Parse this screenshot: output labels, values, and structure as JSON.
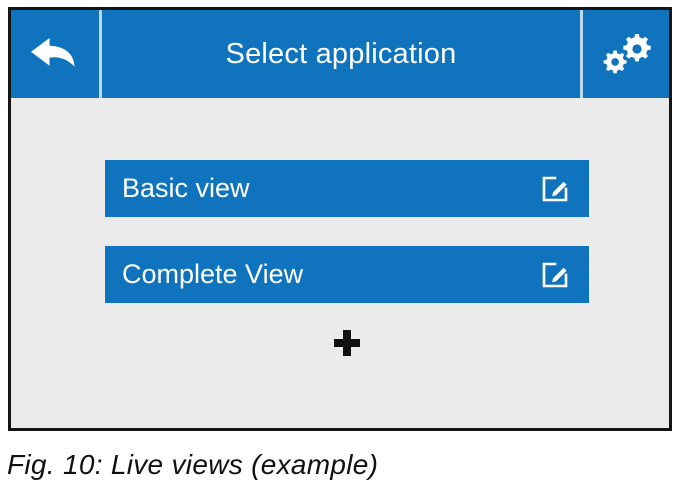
{
  "figure": {
    "caption": "Fig. 10: Live views (example)"
  },
  "app_bar": {
    "title": "Select application",
    "back_icon": "back-arrow-icon",
    "settings_icon": "gears-icon",
    "background_color": "#0f74bd",
    "title_color": "#ffffff",
    "divider_color": "#bcd9ee"
  },
  "content": {
    "background_color": "#ebebeb",
    "views": [
      {
        "label": "Basic view",
        "edit_icon": "edit-pencil-icon"
      },
      {
        "label": "Complete View",
        "edit_icon": "edit-pencil-icon"
      }
    ],
    "add_button": {
      "icon": "plus-icon",
      "color": "#111111"
    },
    "button_color": "#0f74bd",
    "button_text_color": "#ffffff"
  }
}
